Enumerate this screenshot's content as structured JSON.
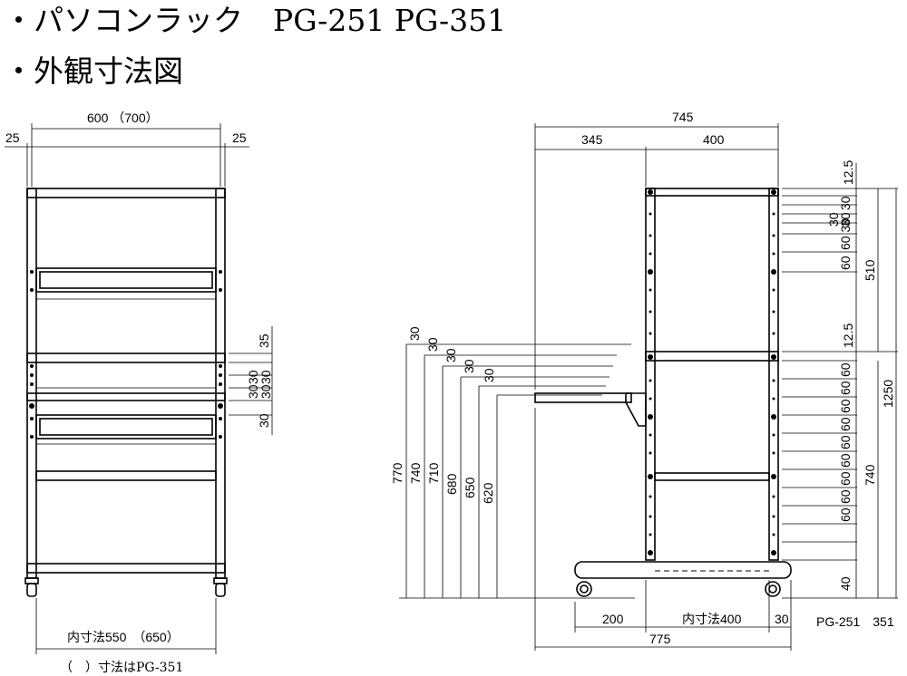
{
  "headings": {
    "title1": "・パソコンラック　PG-251 PG-351",
    "title2": "・外観寸法図"
  },
  "front": {
    "top_width": "600 （700）",
    "left_offset": "25",
    "right_offset": "25",
    "inner_width": "内寸法550　（650）",
    "side_35": "35",
    "side_30a": "30",
    "side_30b": "30",
    "side_30c": "30",
    "side_30d": "30",
    "side_30e": "30"
  },
  "side": {
    "total_depth": "745",
    "top_left": "345",
    "top_right": "400",
    "r_12_5_top": "12.5",
    "r_30_1": "30",
    "r_30_2": "30",
    "r_30_3": "30",
    "r_60_30": "60 30",
    "r_60_1": "60",
    "r_60_2": "60",
    "r_510": "510",
    "r_12_5_mid": "12.5",
    "r_60_list": [
      "60",
      "60",
      "60",
      "60",
      "60",
      "60",
      "60",
      "60"
    ],
    "r_740": "740",
    "r_40": "40",
    "r_1250": "1250",
    "left_30": [
      "30",
      "30",
      "30",
      "30",
      "30"
    ],
    "heights": [
      "770",
      "740",
      "710",
      "680",
      "650",
      "620"
    ],
    "bottom_200": "200",
    "bottom_inner": "内寸法400",
    "bottom_30": "30",
    "bottom_775": "775",
    "model_label": "PG-251　351"
  },
  "footnote": "（　）寸法はPG-351"
}
